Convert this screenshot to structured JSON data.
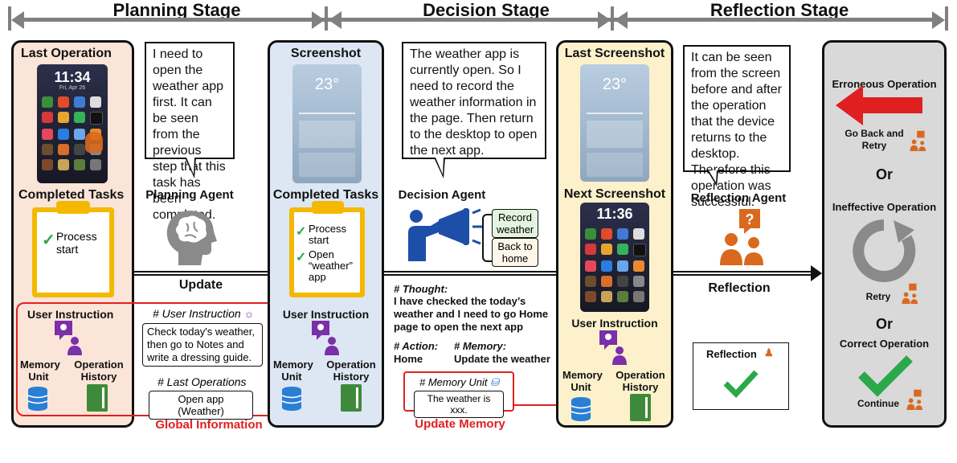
{
  "stages": {
    "planning": "Planning Stage",
    "decision": "Decision Stage",
    "reflection": "Reflection Stage"
  },
  "planning_panel": {
    "last_operation": "Last Operation",
    "completed_tasks": "Completed Tasks",
    "task1": "Process start",
    "user_instruction": "User Instruction",
    "memory_unit": "Memory Unit",
    "operation_history": "Operation History"
  },
  "phone": {
    "time": "11:34",
    "date": "Fri, Apr 26"
  },
  "planning_bubble": "I need to open the weather app first. It can be seen from the previous step that this task has been completed.",
  "planning_agent": "Planning Agent",
  "update": "Update",
  "global_info": {
    "user_instruction_heading": "# User Instruction",
    "user_instruction_text": "Check today's weather, then go to Notes and write a dressing guide.",
    "last_operations_heading": "# Last Operations",
    "last_operations_text": "Open app (Weather)",
    "caption": "Global Information"
  },
  "decision_panel": {
    "screenshot": "Screenshot",
    "completed_tasks": "Completed Tasks",
    "task1": "Process start",
    "task2": "Open “weather” app",
    "user_instruction": "User Instruction",
    "memory_unit": "Memory Unit",
    "operation_history": "Operation History",
    "temp": "23°"
  },
  "decision_bubble": "The weather app is currently open. So I need to record the weather information in the page. Then return to the desktop to open the next app.",
  "decision_agent": "Decision Agent",
  "decision_options": [
    "Record weather",
    "Back to home"
  ],
  "thought": {
    "heading": "# Thought:",
    "text": "I have checked the today’s weather and I need to go Home page to open the next app",
    "action_heading": "# Action:",
    "action_text": "Home",
    "memory_heading": "# Memory:",
    "memory_text": "Update the weather"
  },
  "memory_unit_box": {
    "heading": "# Memory Unit",
    "text": "The weather is xxx.",
    "caption": "Update Memory"
  },
  "reflection_panel": {
    "last_screenshot": "Last Screenshot",
    "next_screenshot": "Next Screenshot",
    "user_instruction": "User Instruction",
    "memory_unit": "Memory Unit",
    "operation_history": "Operation History",
    "time": "11:36",
    "temp": "23°"
  },
  "reflection_bubble": "It can be seen from the screen before and after the operation that the device returns to the desktop. Therefore this operation was successful.",
  "reflection_agent": "Reflection Agent",
  "reflection_label": "Reflection",
  "reflection_box": "Reflection",
  "outcomes": {
    "erroneous": "Erroneous Operation",
    "go_back": "Go Back and Retry",
    "or1": "Or",
    "ineffective": "Ineffective Operation",
    "retry": "Retry",
    "or2": "Or",
    "correct": "Correct Operation",
    "continue": "Continue"
  },
  "colors": {
    "planning_bg": "#fbe4d8",
    "decision_bg": "#dce7f3",
    "reflection_bg": "#fdf1cc",
    "outcome_bg": "#d9d9d9",
    "red": "#e02020",
    "green": "#2aa84a",
    "purple": "#7b2fa8",
    "orange": "#d9691e",
    "yellow": "#f5b800"
  }
}
